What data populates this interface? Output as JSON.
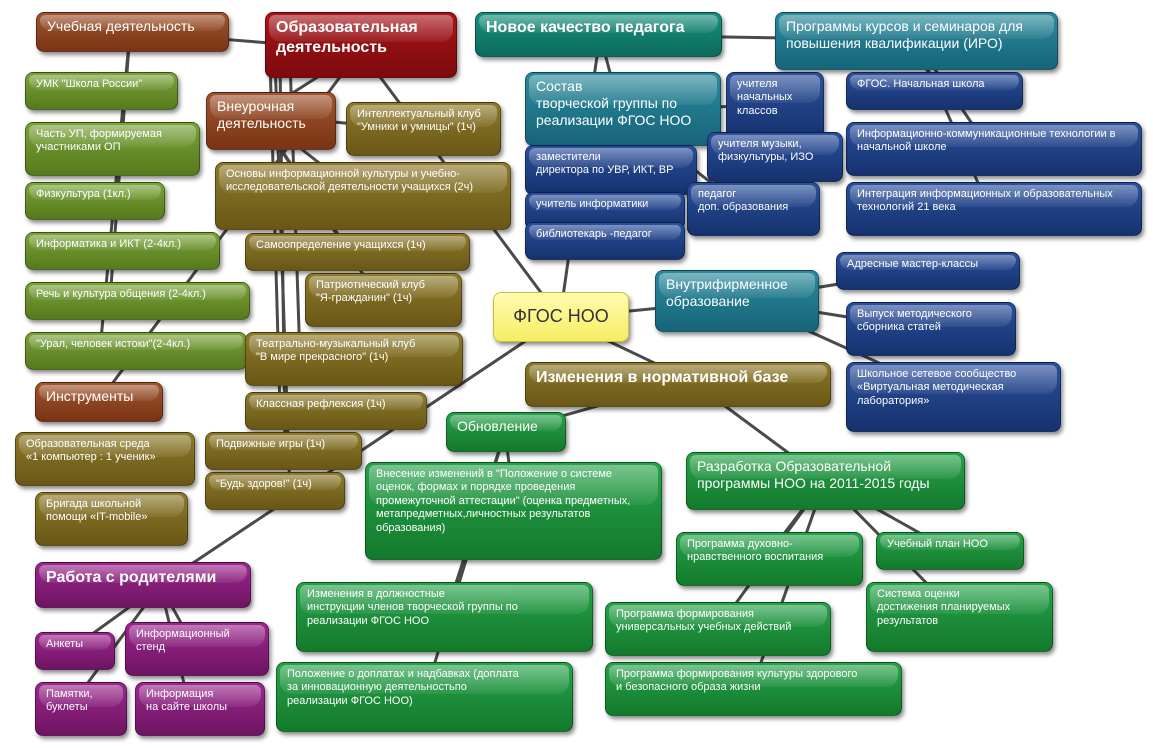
{
  "center": "ФГОС НОО",
  "branches": {
    "obrazovatelnaya": {
      "title": "Образовательная деятельность",
      "uchebnaya": "Учебная деятельность",
      "uchebnaya_items": [
        "УМК \"Школа России\"",
        "Часть УП, формируемая участниками ОП",
        "Физкультура (1кл.)",
        "Информатика и ИКТ (2-4кл.)",
        "Речь и культура общения (2-4кл.)",
        "\"Урал, человек истоки\"(2-4кл.)"
      ],
      "vneurochnaya": "Внеурочная деятельность",
      "vneurochnaya_items": [
        "Интеллектуальный клуб\n\"Умники и умницы\" (1ч)",
        "Основы информационной культуры и учебно-исследовательской деятельности учащихся (2ч)",
        "Самоопределение учащихся (1ч)",
        "Патриотический клуб\n\"Я-гражданин\" (1ч)",
        "Театрально-музыкальный клуб\n\"В мире прекрасного\" (1ч)",
        "Классная  рефлексия (1ч)",
        "Подвижные игры (1ч)",
        "\"Будь здоров!\" (1ч)"
      ],
      "instrumenty": "Инструменты",
      "instrumenty_items": [
        "Образовательная среда\n«1 компьютер : 1 ученик»",
        "Бригада школьной\nпомощи «IT-mobile»"
      ]
    },
    "kachestvo": {
      "title": "Новое качество педагога",
      "programmy": "Программы курсов и семинаров для повышения квалификации (ИРО)",
      "programmy_items": [
        "ФГОС. Начальная школа",
        "Информационно-коммуникационные технологии в начальной школе",
        "Интеграция информационных и образовательных технологий 21 века"
      ],
      "sostav": "Состав\nтворческой группы по реализации ФГОС НОО",
      "sostav_items": [
        "учителя\nначальных\nклассов",
        "учителя музыки,\nфизкультуры, ИЗО",
        "заместители\nдиректора по УВР, ИКТ, ВР",
        "учитель информатики",
        "педагог\nдоп. образования",
        "библиотекарь -педагог"
      ],
      "vnutri": "Внутрифирменное образование",
      "vnutri_items": [
        "Адресные мастер-классы",
        "Выпуск  методического\nсборника статей",
        "Школьное сетевое сообщество\n«Виртуальная методическая\nлаборатория»"
      ]
    },
    "normativ": {
      "title": "Изменения в нормативной  базе",
      "obnovlenie": "Обновление",
      "obnovlenie_items": [
        "Внесение изменений в \"Положение о системе оценок, формах и порядке проведения промежуточной аттестации\" (оценка предметных, метапредметных,личностных результатов образования)",
        "Изменения в должностные\nинструкции членов творческой группы по\nреализации ФГОС НОО",
        "Положение о доплатах и надбавках (доплата\nза инновационную деятельностьпо\nреализации ФГОС НОО)"
      ],
      "razrabotka": "Разработка Образовательной программы НОО на 2011-2015 годы",
      "razrabotka_items": [
        "Программа духовно-\nнравственного воспитания",
        "Учебный план НОО",
        "Программа формирования\nуниверсальных учебных действий",
        "Система оценки\nдостижения планируемых\nрезультатов",
        "Программа формирования культуры здорового\nи безопасного образа жизни"
      ]
    },
    "roditeli": {
      "title": "Работа с родителями",
      "items": [
        "Анкеты",
        "Информационный\nстенд",
        "Памятки,\nбуклеты",
        "Информация\nна сайте школы"
      ]
    }
  },
  "colors": {
    "education_header": "#8e1215",
    "education_sub": "#8a4020",
    "education_leaf_left": "#6f8a26",
    "education_leaf_right": "#7a6a1e",
    "teacher": "#157a6c",
    "teacher_sub": "#2a5aa0",
    "norms": "#2f8f3a",
    "parents": "#86207a",
    "center": "#f8f088",
    "links": "#4a4a4a"
  }
}
